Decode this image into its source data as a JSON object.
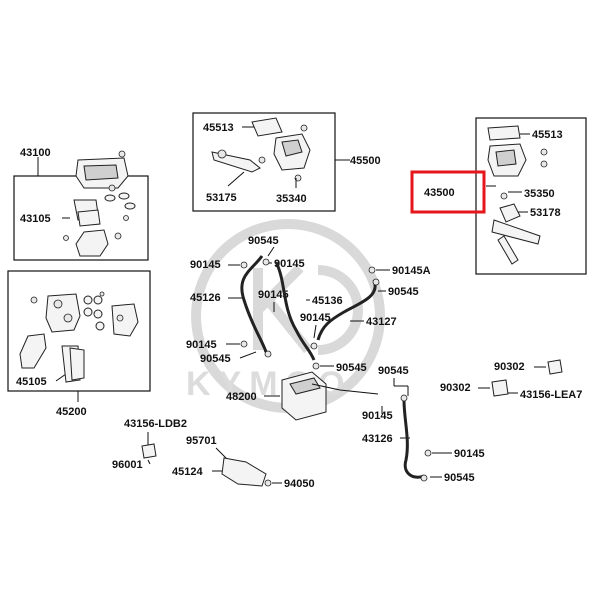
{
  "diagram": {
    "watermark": "KYMCO",
    "highlight_color": "#e4161b",
    "labels": {
      "l43100": "43100",
      "l43105": "43105",
      "l45105": "45105",
      "l45200": "45200",
      "l45513a": "45513",
      "l53175": "53175",
      "l35340": "35340",
      "l45500": "45500",
      "l45513b": "45513",
      "l43500": "43500",
      "l35350": "35350",
      "l53178": "53178",
      "l90545a": "90545",
      "l90145a": "90145",
      "l90145b": "90145",
      "l45126": "45126",
      "l90145c": "90145",
      "l45136": "45136",
      "l90145A": "90145A",
      "l90545b": "90545",
      "l90145d": "90145",
      "l43127": "43127",
      "l90145e": "90145",
      "l90545c": "90545",
      "l90545d": "90545",
      "l90545e": "90545",
      "l48200": "48200",
      "l90145f": "90145",
      "l43126": "43126",
      "l90145g": "90145",
      "l90545f": "90545",
      "l90302a": "90302",
      "l90302b": "90302",
      "l43156LEA7": "43156-LEA7",
      "l43156LDB2": "43156-LDB2",
      "l95701": "95701",
      "l96001": "96001",
      "l45124": "45124",
      "l94050": "94050"
    }
  }
}
